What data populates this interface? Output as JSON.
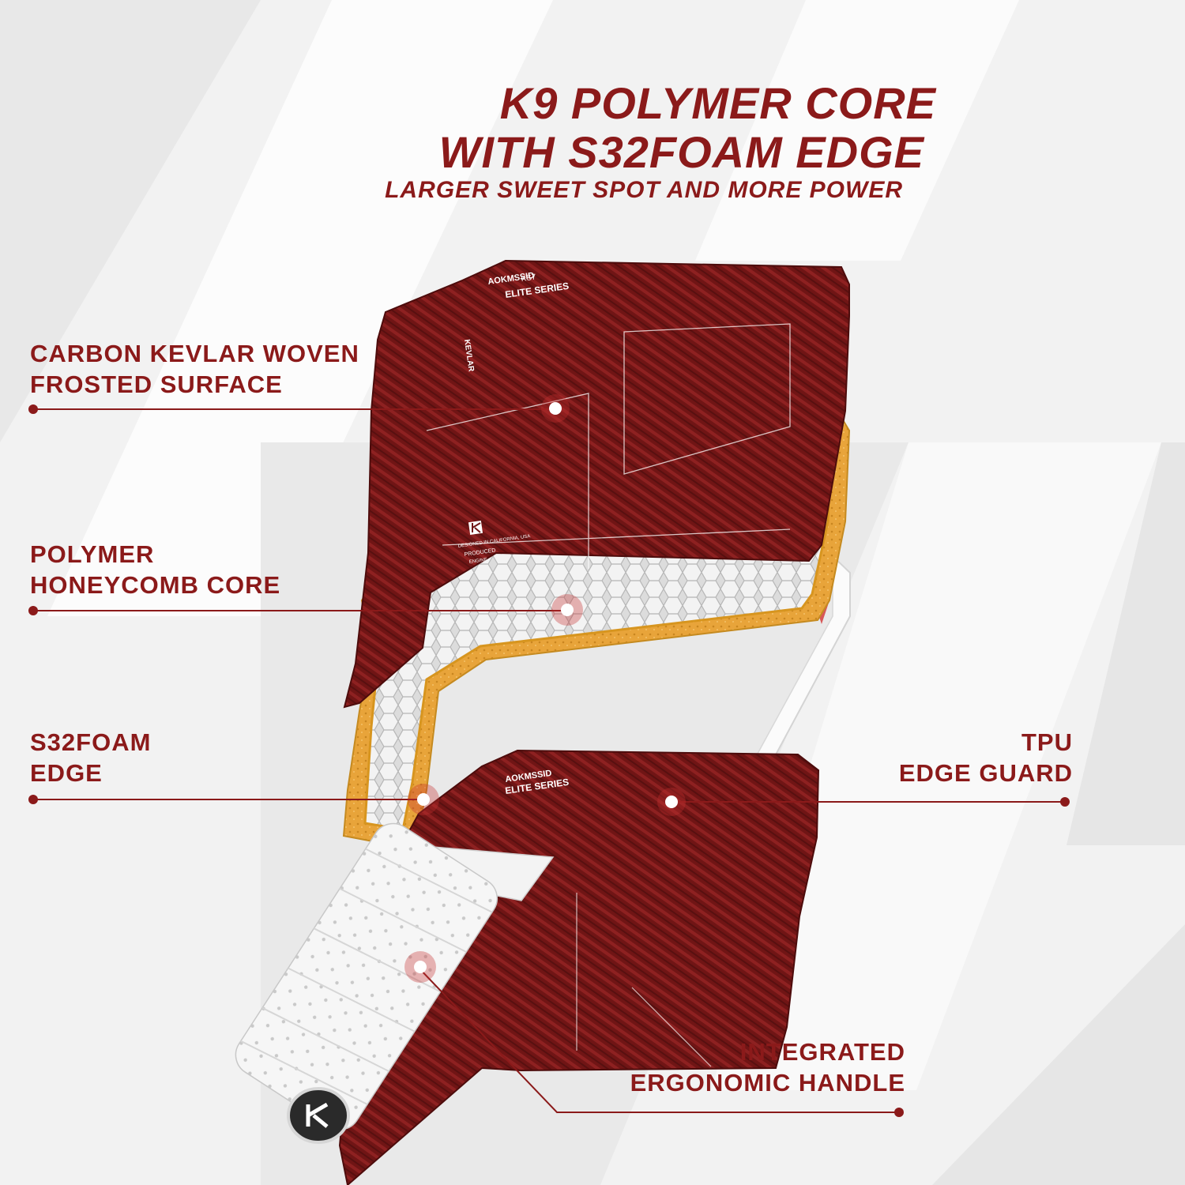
{
  "heading": {
    "line1": "K9 POLYMER CORE",
    "line2": "WITH S32FOAM EDGE",
    "subtitle": "LARGER SWEET SPOT AND MORE POWER"
  },
  "callouts": [
    {
      "id": "surface",
      "line1": "CARBON KEVLAR WOVEN",
      "line2": "FROSTED SURFACE"
    },
    {
      "id": "core",
      "line1": "POLYMER",
      "line2": "HONEYCOMB CORE"
    },
    {
      "id": "foam",
      "line1": "S32FOAM",
      "line2": "EDGE"
    },
    {
      "id": "tpu",
      "line1": "TPU",
      "line2": "EDGE GUARD"
    },
    {
      "id": "handle",
      "line1": "INTEGRATED",
      "line2": "ERGONOMIC HANDLE"
    }
  ],
  "paddle_print": {
    "brand": "AOKMSSID",
    "model": "KS7",
    "series": "ELITE SERIES",
    "kevlar": "KEVLAR",
    "designed": "DESIGNED IN CALIFORNIA, USA",
    "produced": "PRODUCED",
    "engine": "ENGINE"
  },
  "colors": {
    "accent": "#8b1a1a",
    "carbon": "#6e1414",
    "foam": "#e8a43a",
    "background": "#f2f2f2"
  }
}
